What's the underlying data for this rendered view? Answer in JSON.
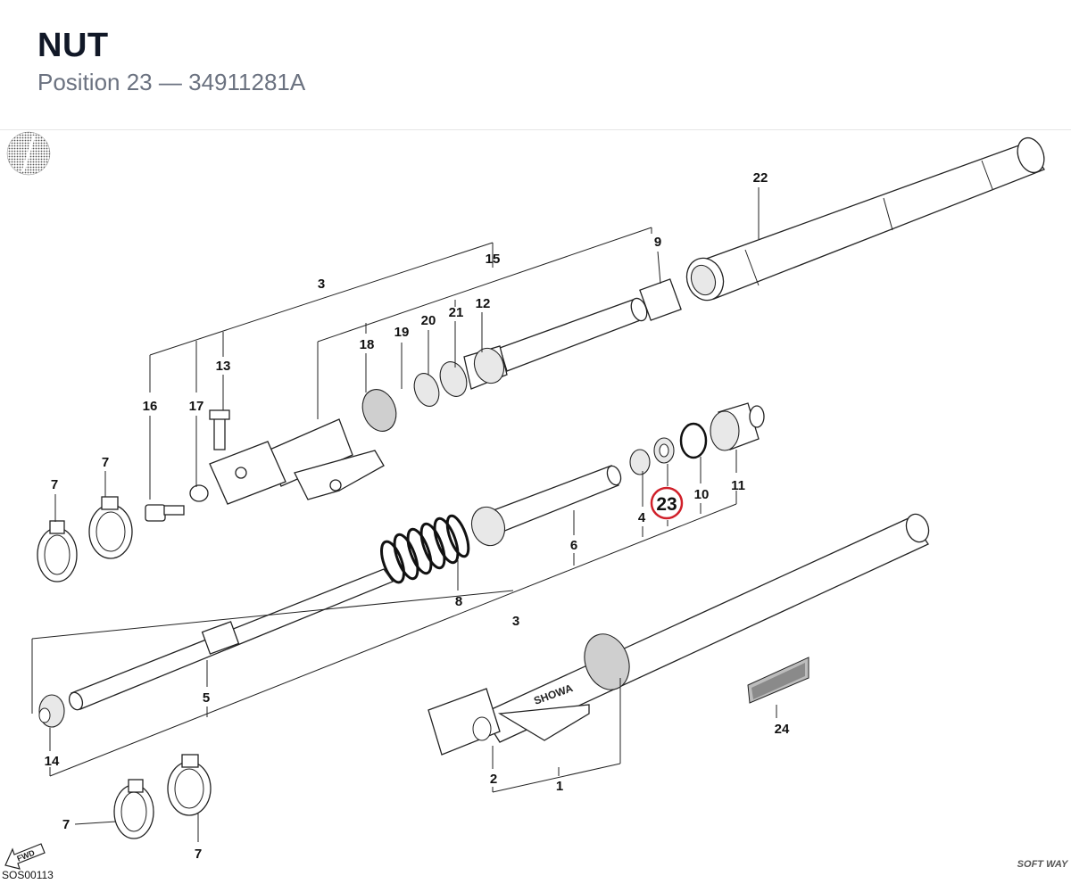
{
  "header": {
    "title": "NUT",
    "position_prefix": "Position 23",
    "separator": "—",
    "part_number": "34911281A"
  },
  "diagram": {
    "code": "SOS00113",
    "highlight_color": "#d0202a",
    "highlighted_position": "23",
    "fwd_label": "FWD",
    "brand_mark": "SOFT WAY",
    "showa_text": "SHOWA",
    "labels": {
      "p1": "1",
      "p2": "2",
      "p3a": "3",
      "p3b": "3",
      "p4": "4",
      "p5": "5",
      "p6": "6",
      "p7a": "7",
      "p7b": "7",
      "p7c": "7",
      "p7d": "7",
      "p8": "8",
      "p9": "9",
      "p10": "10",
      "p11": "11",
      "p12": "12",
      "p13": "13",
      "p14": "14",
      "p15": "15",
      "p16": "16",
      "p17": "17",
      "p18": "18",
      "p19": "19",
      "p20": "20",
      "p21": "21",
      "p22": "22",
      "p23": "23",
      "p24": "24"
    }
  }
}
